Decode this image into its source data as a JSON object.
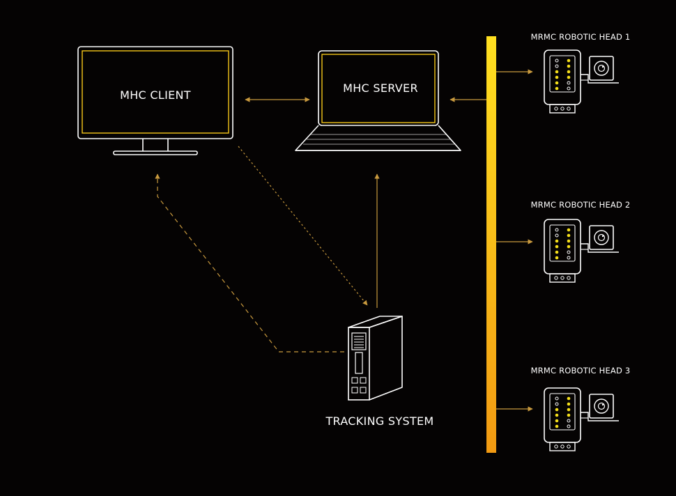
{
  "diagram": {
    "nodes": {
      "client": {
        "label": "MHC CLIENT"
      },
      "server": {
        "label": "MHC SERVER"
      },
      "tracking": {
        "label": "TRACKING SYSTEM"
      },
      "heads": [
        {
          "label": "MRMC ROBOTIC HEAD 1"
        },
        {
          "label": "MRMC ROBOTIC HEAD 2"
        },
        {
          "label": "MRMC ROBOTIC HEAD 3"
        }
      ]
    },
    "colors": {
      "background": "#050303",
      "outline": "#ffffff",
      "accent": "#f6c81a",
      "connector": "#c99a3e",
      "bus_top": "#ffe020",
      "bus_bottom": "#f29a12"
    }
  }
}
